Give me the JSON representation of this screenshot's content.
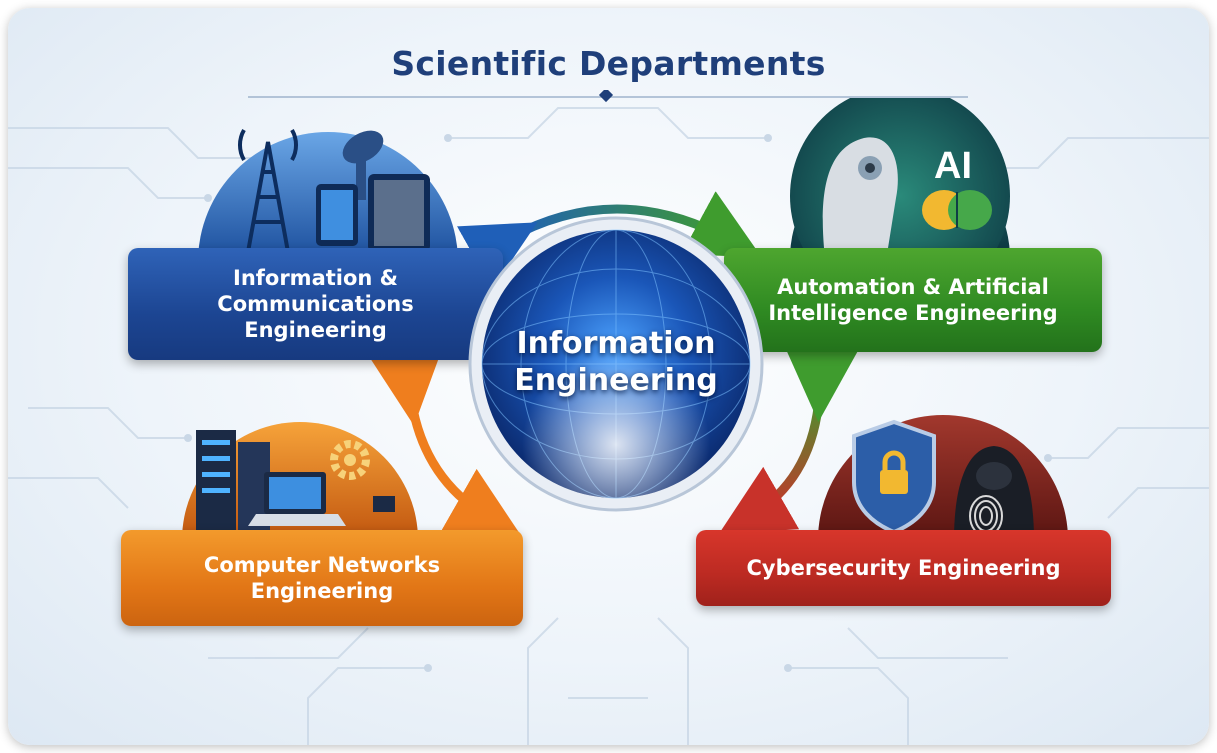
{
  "title": "Scientific Departments",
  "hub": {
    "line1": "Information",
    "line2": "Engineering"
  },
  "departments": {
    "ice": {
      "line1": "Information &",
      "line2": "Communications",
      "line3": "Engineering",
      "color": "#1c4592"
    },
    "aai": {
      "line1": "Automation & Artificial",
      "line2": "Intelligence Engineering",
      "color": "#2f8a22"
    },
    "cne": {
      "line1": "Computer Networks",
      "line2": "Engineering",
      "color": "#e27616"
    },
    "cse": {
      "line1": "Cybersecurity Engineering",
      "color": "#bb2a22"
    }
  },
  "ai_badge": "AI",
  "colors": {
    "title": "#1f3f7a",
    "arrow_blue": "#1f5fb8",
    "arrow_green": "#3f9c2e",
    "arrow_orange": "#ef7e1e",
    "arrow_red": "#c8322a"
  },
  "icons": [
    "radio-tower-icon",
    "satellite-dish-icon",
    "tablet-icon",
    "robot-head-icon",
    "brain-icon",
    "server-rack-icon",
    "laptop-icon",
    "gear-icon",
    "shield-lock-icon",
    "hacker-icon",
    "fingerprint-icon"
  ]
}
